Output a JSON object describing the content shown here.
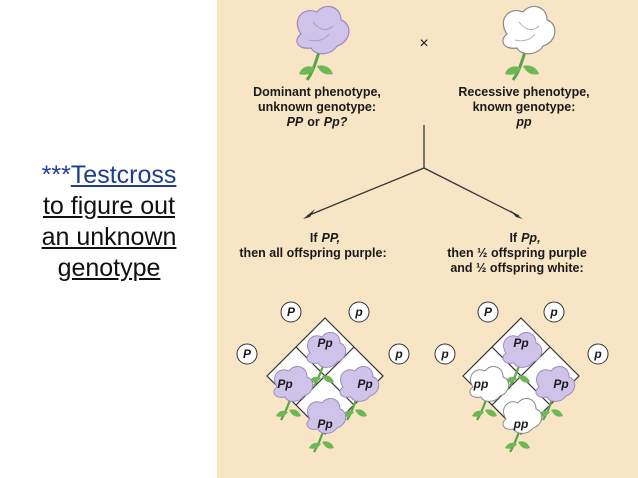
{
  "caption": {
    "stars": "***",
    "link_text": "Testcross",
    "line2": "to figure out",
    "line3": "an unknown",
    "line4": "genotype"
  },
  "cross": {
    "symbol": "×",
    "dominant_line1": "Dominant phenotype,",
    "dominant_line2": "unknown genotype:",
    "dominant_geno_a": "PP",
    "dominant_or": "or",
    "dominant_geno_b": "Pp?",
    "recessive_line1": "Recessive phenotype,",
    "recessive_line2": "known genotype:",
    "recessive_geno": "pp"
  },
  "outcomes": {
    "left_if": "If",
    "left_geno": "PP,",
    "left_line2": "then all offspring purple:",
    "right_if": "If",
    "right_geno": "Pp,",
    "right_line2": "then ½ offspring purple",
    "right_line3": "and ½ offspring white:"
  },
  "punnett_left": {
    "top_gametes": [
      "P",
      "p"
    ],
    "side_gametes": [
      "P",
      "p"
    ],
    "cells": [
      "Pp",
      "Pp",
      "Pp",
      "Pp"
    ]
  },
  "punnett_right": {
    "top_gametes": [
      "P",
      "p"
    ],
    "side_gametes": [
      "p",
      "p"
    ],
    "cells": [
      "Pp",
      "pp",
      "Pp",
      "pp"
    ]
  },
  "colors": {
    "background_panel": "#f8e5c6",
    "purple_flower": "#cfc3ea",
    "white_flower": "#ffffff",
    "stem": "#5aa447",
    "link": "#1f3d8f"
  }
}
